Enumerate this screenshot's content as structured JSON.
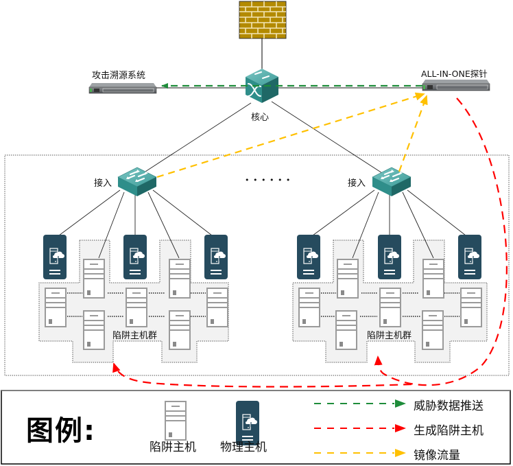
{
  "diagram": {
    "nodes": {
      "firewall": {
        "label": ""
      },
      "trace_system": {
        "label": "攻击溯源系统"
      },
      "core_switch": {
        "label": "核心"
      },
      "probe": {
        "label": "ALL-IN-ONE探针"
      },
      "access_left": {
        "label": "接入"
      },
      "access_right": {
        "label": "接入"
      },
      "ellipsis": {
        "label": "• • • • • •"
      },
      "honeypot_group_left": {
        "label": "陷阱主机群"
      },
      "honeypot_group_right": {
        "label": "陷阱主机群"
      }
    },
    "flows": {
      "threat_push": {
        "from": "ALL-IN-ONE探针",
        "to": "攻击溯源系统",
        "color": "#1E8C3A"
      },
      "generate_honeypot": {
        "from": "ALL-IN-ONE探针",
        "to": "陷阱主机群",
        "color": "#FF0000"
      },
      "mirror_traffic": {
        "from": "接入",
        "to": "ALL-IN-ONE探针",
        "color": "#FFC000"
      }
    }
  },
  "legend": {
    "title": "图例:",
    "honeypot_host": "陷阱主机",
    "physical_host": "物理主机",
    "threat_push": "威胁数据推送",
    "generate_honeypot": "生成陷阱主机",
    "mirror_traffic": "镜像流量"
  },
  "colors": {
    "switch_teal": "#2E8B8B",
    "physical_host": "#264B5E",
    "honeypot_gray": "#9A9A9A",
    "firewall_brick": "#B38A00",
    "green_flow": "#1E8C3A",
    "red_flow": "#FF0000",
    "yellow_flow": "#FFC000"
  }
}
